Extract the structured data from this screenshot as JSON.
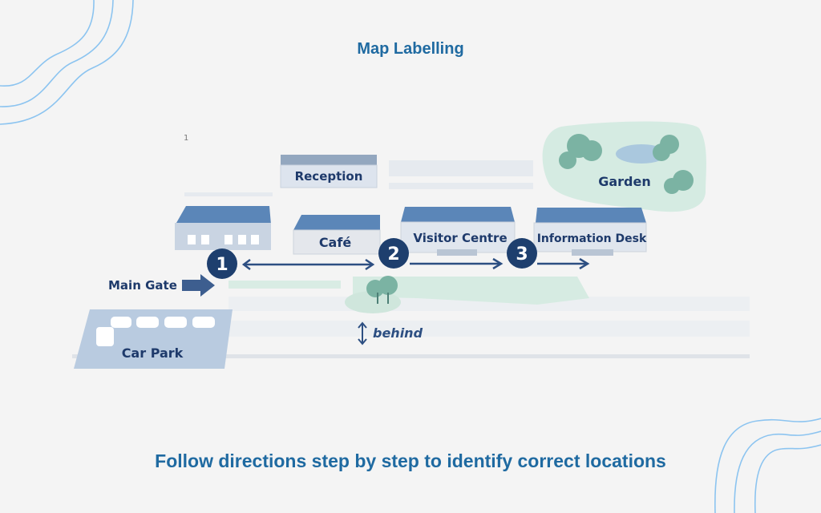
{
  "header": {
    "title": "Map Labelling"
  },
  "footer": {
    "instruction": "Follow directions step by step to identify correct locations"
  },
  "map": {
    "buildings": {
      "reception": "Reception",
      "cafe": "Café",
      "visitor_centre": "Visitor Centre",
      "information_desk": "Information Desk"
    },
    "areas": {
      "garden": "Garden",
      "car_park": "Car Park",
      "main_gate": "Main Gate"
    },
    "steps": [
      "1",
      "2",
      "3"
    ],
    "annotation": {
      "behind": "behind"
    },
    "stray_mark": "1"
  },
  "colors": {
    "accent": "#1f6aa1",
    "label": "#1e3a6b",
    "roof": "#5b86b8",
    "wall": "#dde5ef",
    "green": "#cfe6dc",
    "decor_line": "#8cc4f0"
  }
}
